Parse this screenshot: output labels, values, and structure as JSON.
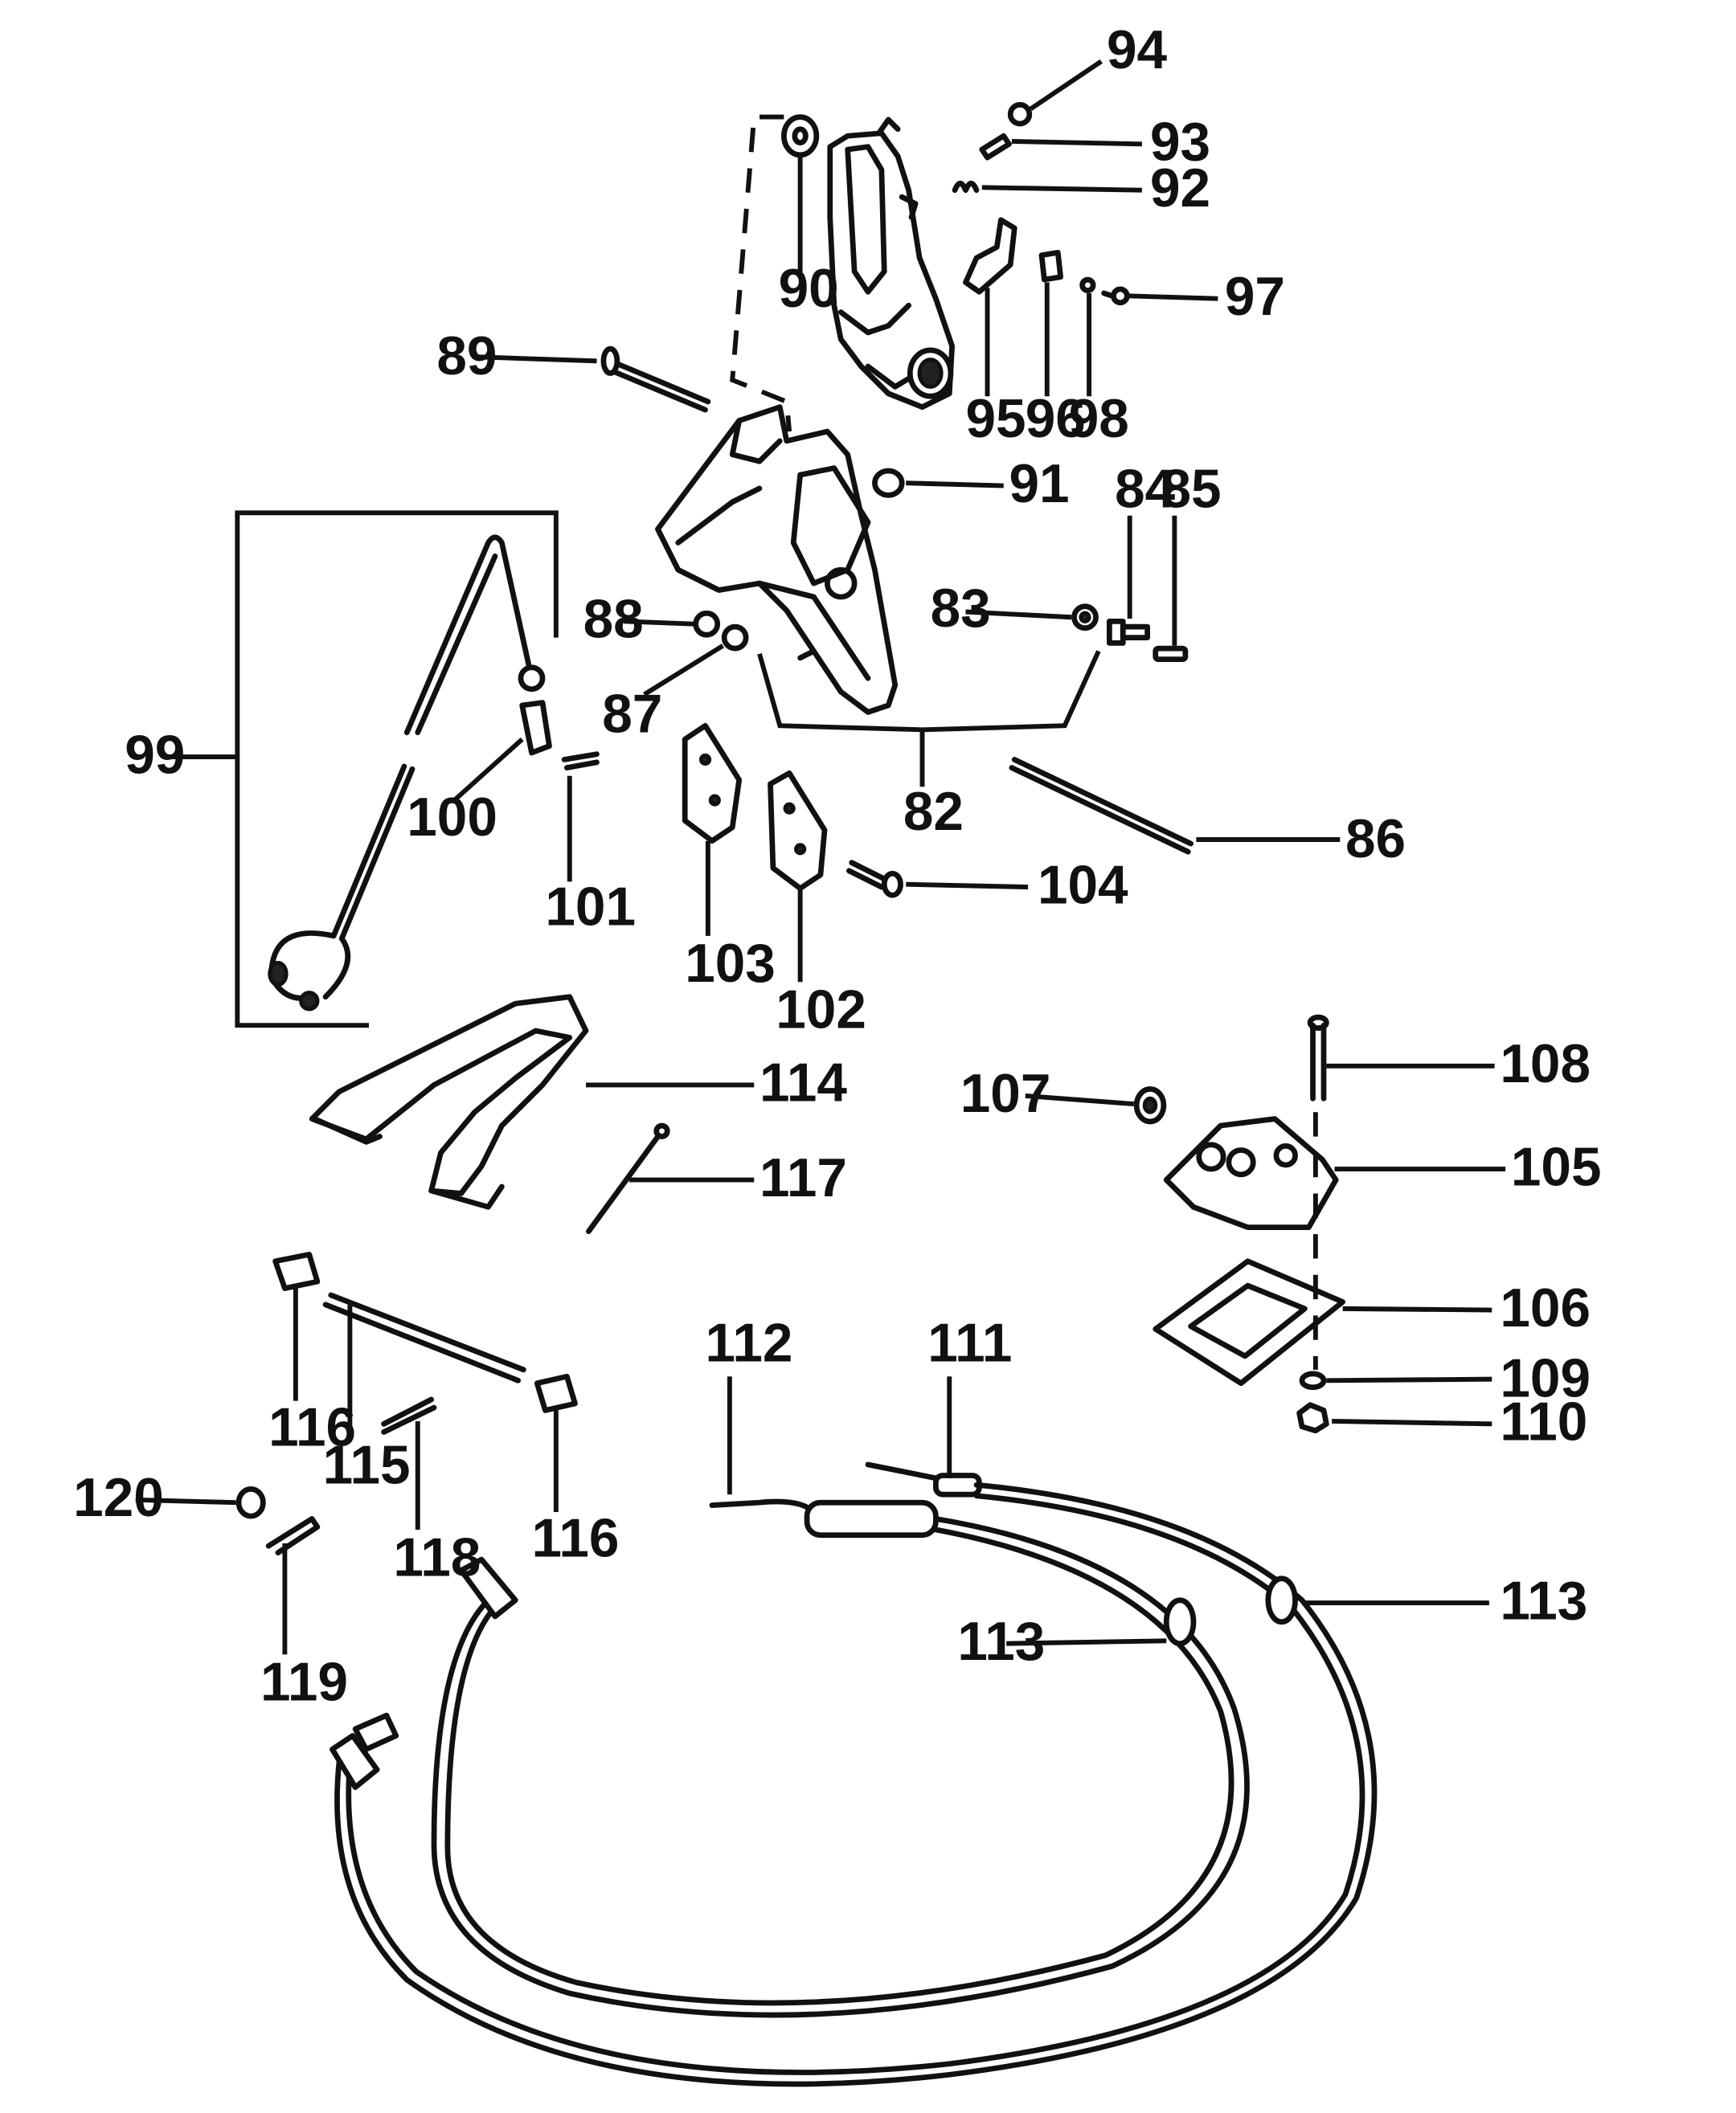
{
  "diagram": {
    "callouts": [
      {
        "id": "82",
        "label": "82"
      },
      {
        "id": "83",
        "label": "83"
      },
      {
        "id": "84",
        "label": "84"
      },
      {
        "id": "85",
        "label": "85"
      },
      {
        "id": "86",
        "label": "86"
      },
      {
        "id": "87",
        "label": "87"
      },
      {
        "id": "88",
        "label": "88"
      },
      {
        "id": "89",
        "label": "89"
      },
      {
        "id": "90",
        "label": "90"
      },
      {
        "id": "91",
        "label": "91"
      },
      {
        "id": "92",
        "label": "92"
      },
      {
        "id": "93",
        "label": "93"
      },
      {
        "id": "94",
        "label": "94"
      },
      {
        "id": "95",
        "label": "95"
      },
      {
        "id": "96",
        "label": "96"
      },
      {
        "id": "97",
        "label": "97"
      },
      {
        "id": "98",
        "label": "98"
      },
      {
        "id": "99",
        "label": "99"
      },
      {
        "id": "100",
        "label": "100"
      },
      {
        "id": "101",
        "label": "101"
      },
      {
        "id": "102",
        "label": "102"
      },
      {
        "id": "103",
        "label": "103"
      },
      {
        "id": "104",
        "label": "104"
      },
      {
        "id": "105",
        "label": "105"
      },
      {
        "id": "106",
        "label": "106"
      },
      {
        "id": "107",
        "label": "107"
      },
      {
        "id": "108",
        "label": "108"
      },
      {
        "id": "109",
        "label": "109"
      },
      {
        "id": "110",
        "label": "110"
      },
      {
        "id": "111",
        "label": "111"
      },
      {
        "id": "112",
        "label": "112"
      },
      {
        "id": "113a",
        "label": "113"
      },
      {
        "id": "113b",
        "label": "113"
      },
      {
        "id": "114",
        "label": "114"
      },
      {
        "id": "115",
        "label": "115"
      },
      {
        "id": "116a",
        "label": "116"
      },
      {
        "id": "116b",
        "label": "116"
      },
      {
        "id": "117",
        "label": "117"
      },
      {
        "id": "118",
        "label": "118"
      },
      {
        "id": "119",
        "label": "119"
      },
      {
        "id": "120",
        "label": "120"
      }
    ],
    "colors": {
      "ink": "#111111",
      "paper": "#ffffff"
    }
  }
}
